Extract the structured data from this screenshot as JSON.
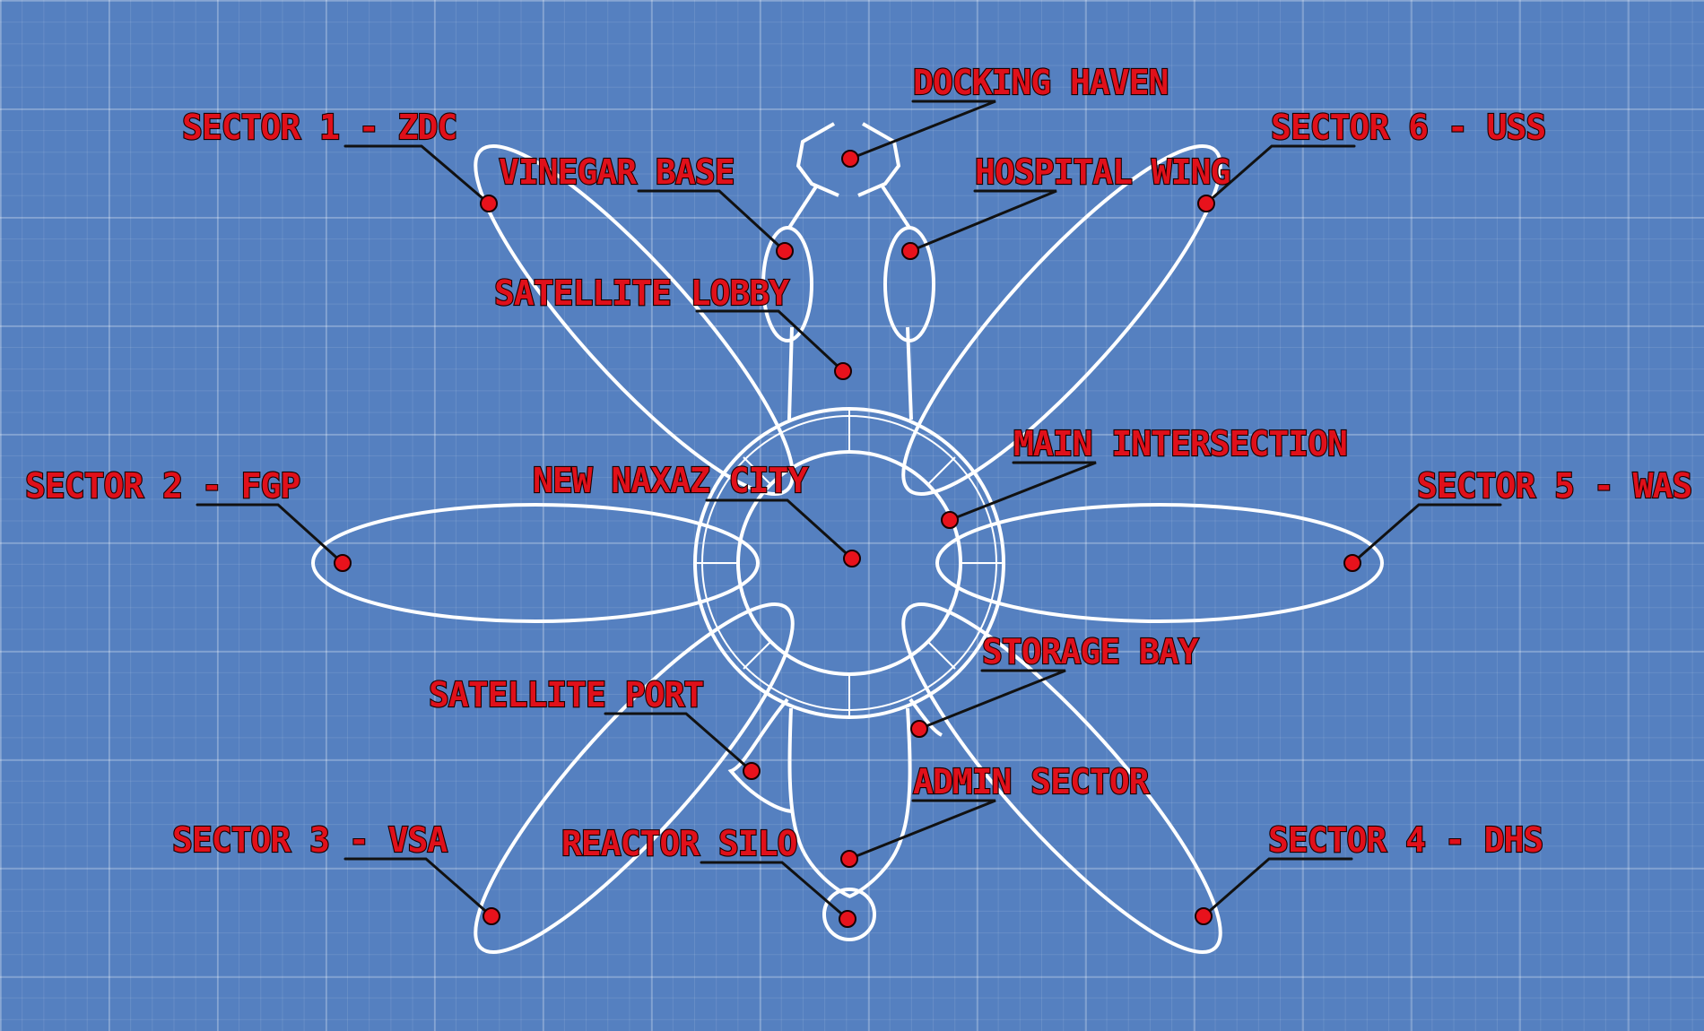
{
  "diagram": {
    "labels": {
      "docking_haven": "DOCKING HAVEN",
      "sector1": "SECTOR 1 - ZDC",
      "sector6": "SECTOR 6 - USS",
      "vinegar_base": "VINEGAR BASE",
      "hospital_wing": "HOSPITAL WING",
      "satellite_lobby": "SATELLITE LOBBY",
      "main_intersection": "MAIN INTERSECTION",
      "new_naxaz_city": "NEW NAXAZ CITY",
      "sector2": "SECTOR 2 - FGP",
      "sector5": "SECTOR 5 - WAS",
      "storage_bay": "STORAGE BAY",
      "satellite_port": "SATELLITE PORT",
      "admin_sector": "ADMIN SECTOR",
      "sector3": "SECTOR 3 - VSA",
      "reactor_silo": "REACTOR SILO",
      "sector4": "SECTOR 4 - DHS"
    },
    "colors": {
      "background": "#5580c0",
      "structure": "#ffffff",
      "label": "#e0101a",
      "leader": "#111111"
    }
  }
}
